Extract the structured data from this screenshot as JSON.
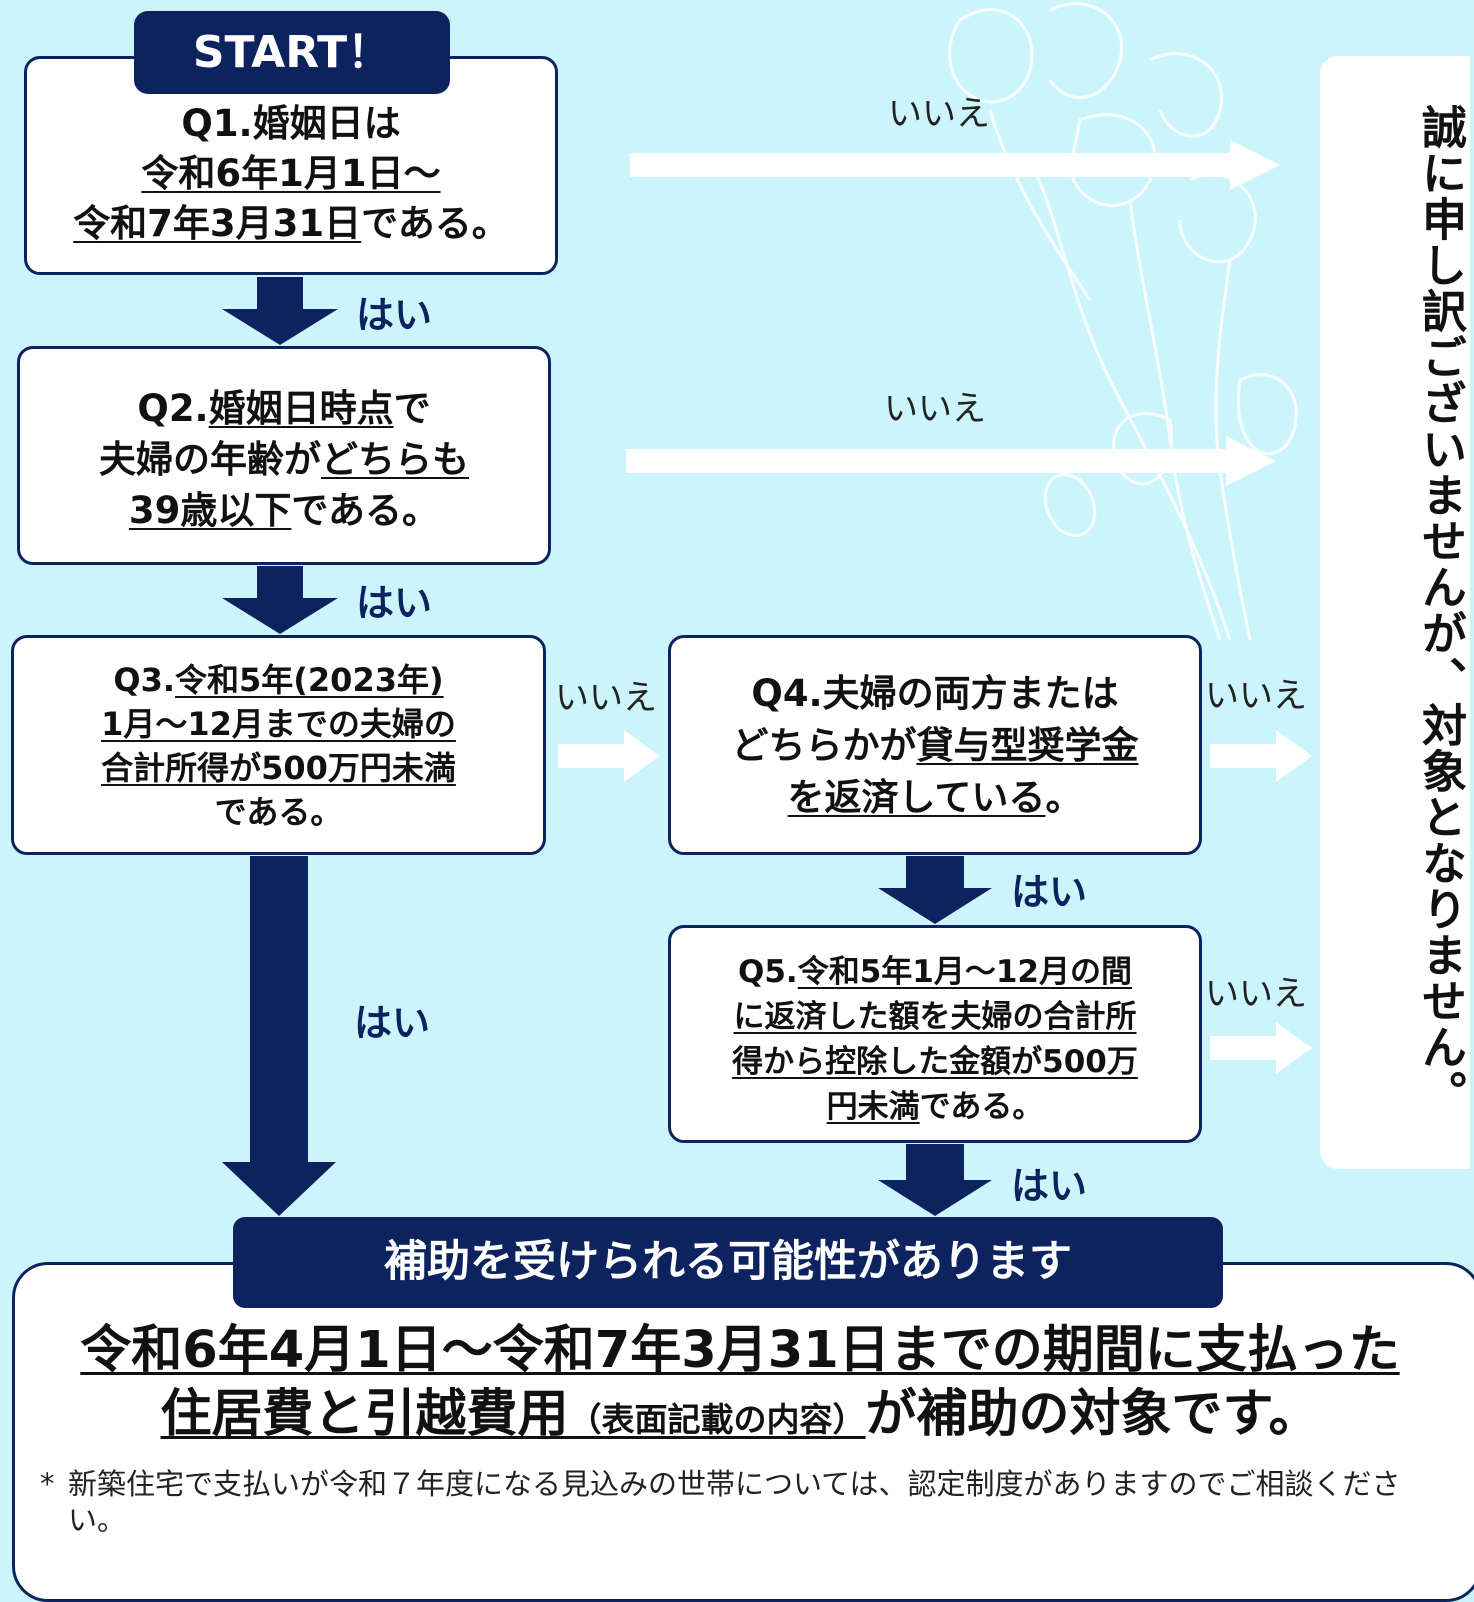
{
  "start_label": "START！",
  "q1": {
    "line1": "Q1.婚姻日は",
    "line2": "令和6年1月1日〜",
    "line3a": "令和7年3月31日",
    "line3b": "である。"
  },
  "q2": {
    "line1a": "Q2.",
    "line1b": "婚姻日時点",
    "line1c": "で",
    "line2a": "夫婦の年齢が",
    "line2b": "どちらも",
    "line3a": "39歳以下",
    "line3b": "である。"
  },
  "q3": {
    "line1a": "Q3.",
    "line1b": "令和5年(2023年)",
    "line2": "1月〜12月までの夫婦の",
    "line3": "合計所得が500万円未満",
    "line4": "である。"
  },
  "q4": {
    "line1": "Q4.夫婦の両方または",
    "line2a": "どちらかが",
    "line2b": "貸与型奨学金",
    "line3a": "を返済している",
    "line3b": "。"
  },
  "q5": {
    "line1a": "Q5.",
    "line1b": "令和5年1月〜12月の間",
    "line2": "に返済した額を夫婦の合計所",
    "line3": "得から控除した金額が500万",
    "line4a": "円未満",
    "line4b": "である。"
  },
  "labels": {
    "yes": "はい",
    "no": "いいえ"
  },
  "sorry_text": "誠に申し訳ございませんが、対象となりません。",
  "result": {
    "header": "補助を受けられる可能性があります",
    "line1": "令和6年4月1日〜令和7年3月31日までの期間に支払った",
    "line2a": "住居費と引越費用",
    "line2b": "（表面記載の内容）",
    "line2c": "が補助の対象です。",
    "note_mark": "*",
    "note": "新築住宅で支払いが令和７年度になる見込みの世帯については、認定制度がありますのでご相談ください。"
  },
  "colors": {
    "navy": "#0c2360",
    "background": "#ccf5fb",
    "white": "#ffffff"
  }
}
